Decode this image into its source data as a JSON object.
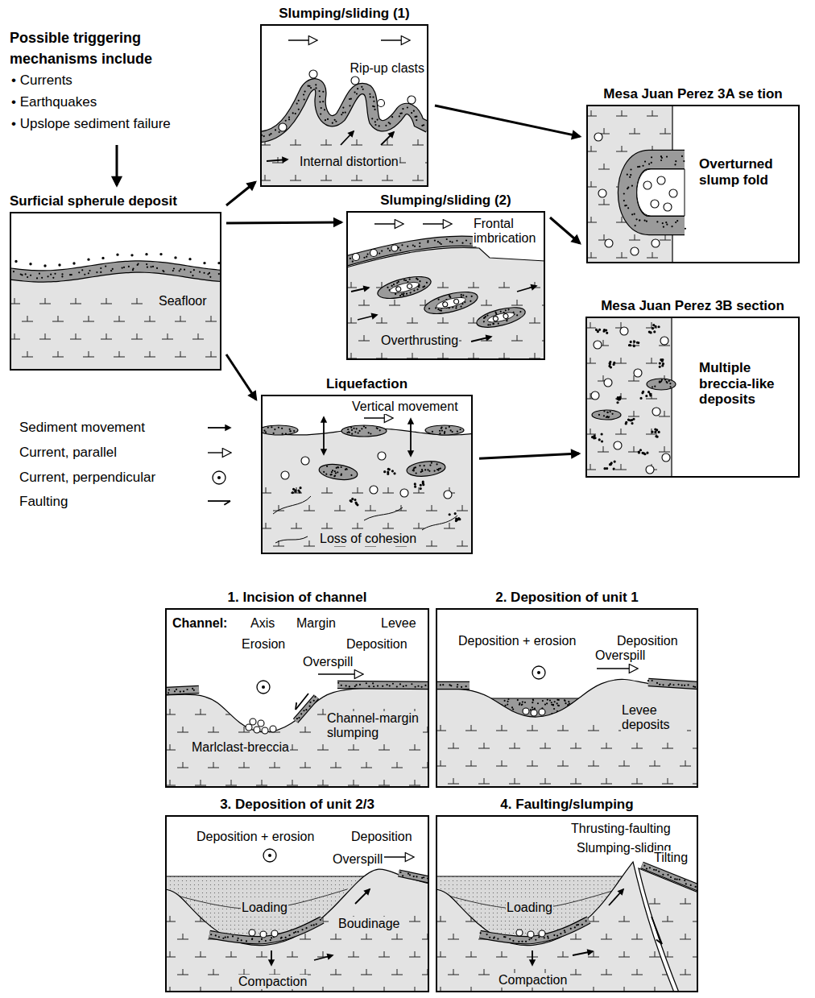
{
  "diagram": {
    "nodes": [
      {
        "text": [
          "Surficial spherule deposit",
          "Seafloor"
        ]
      },
      {
        "text": [
          "Slumping/sliding (1)",
          "Rip-up clasts",
          "Internal distortion"
        ]
      },
      {
        "text": [
          "Slumping/sliding (2)",
          "Frontal imbrication",
          "Overthrusting"
        ]
      },
      {
        "text": [
          "Liquefaction",
          "Vertical movement",
          "Loss of cohesion"
        ]
      },
      {
        "text": [
          "Mesa Juan Perez 3A se tion",
          "Overturned slump fold"
        ]
      },
      {
        "text": [
          "Mesa Juan Perez 3B section",
          "Multiple breccia-like deposits"
        ]
      },
      {
        "text": [
          "1. Incision of channel",
          "Channel:",
          "Axis",
          "Margin",
          "Levee",
          "Erosion",
          "Deposition",
          "Overspill",
          "Marlclast-breccia",
          "Channel-margin slumping"
        ]
      },
      {
        "text": [
          "2. Deposition of unit 1",
          "Deposition + erosion",
          "Deposition",
          "Overspill",
          "Levee deposits"
        ]
      },
      {
        "text": [
          "3. Deposition of unit 2/3",
          "Deposition + erosion",
          "Deposition",
          "Overspill",
          "Loading",
          "Boudinage",
          "Compaction"
        ]
      },
      {
        "text": [
          "4. Faulting/slumping",
          "Thrusting-faulting",
          "Slumping-sliding",
          "Tilting",
          "Loading",
          "Compaction"
        ]
      }
    ],
    "edges": [
      {
        "from": 0,
        "to": 1,
        "arrow": "to"
      },
      {
        "from": 0,
        "to": 2,
        "arrow": "to"
      },
      {
        "from": 0,
        "to": 3,
        "arrow": "to"
      },
      {
        "from": 1,
        "to": 4,
        "arrow": "to"
      },
      {
        "from": 2,
        "to": 4,
        "arrow": "to"
      },
      {
        "from": 3,
        "to": 5,
        "arrow": "to"
      }
    ],
    "labels": [
      "Possible triggering mechanisms include",
      "• Currents",
      "• Earthquakes",
      "• Upslope sediment failure"
    ],
    "legend": [
      {
        "text": "Sediment movement"
      },
      {
        "text": "Current, parallel"
      },
      {
        "text": "Current, perpendicular"
      },
      {
        "text": "Faulting"
      }
    ]
  }
}
